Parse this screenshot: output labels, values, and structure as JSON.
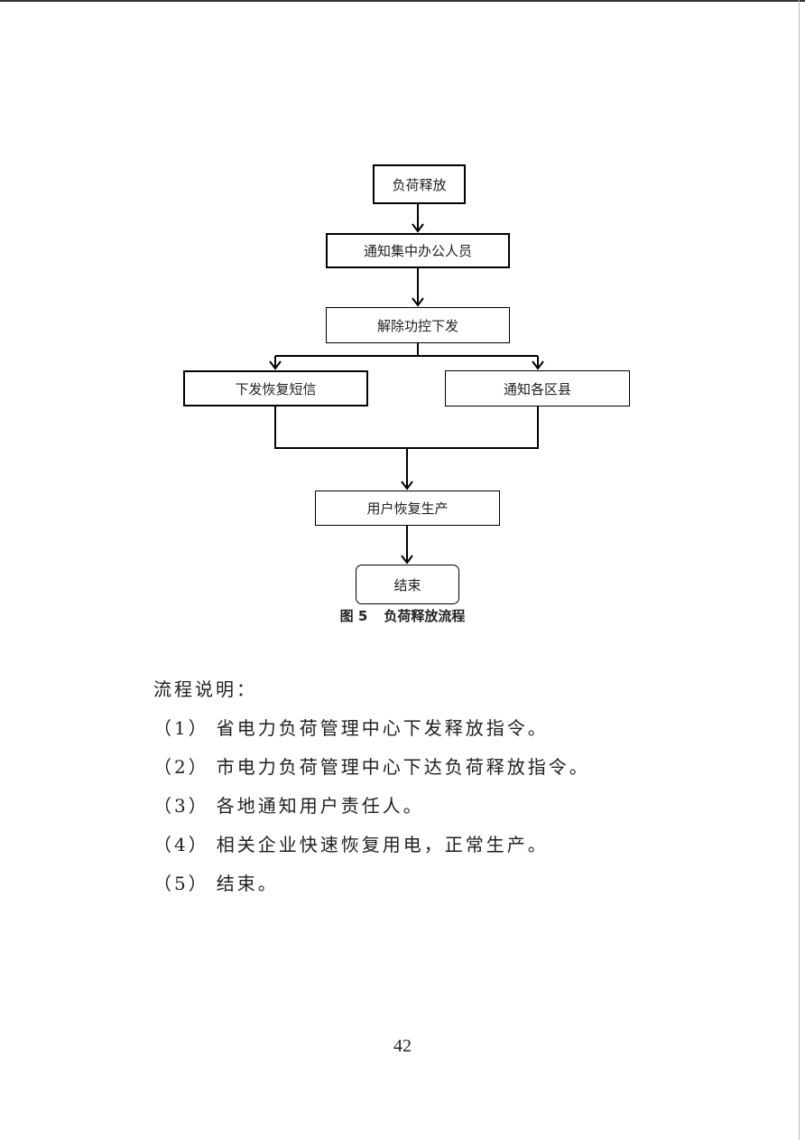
{
  "flowchart": {
    "nodes": {
      "release": "负荷释放",
      "notify_staff": "通知集中办公人员",
      "lift_control": "解除功控下发",
      "send_sms": "下发恢复短信",
      "notify_districts": "通知各区县",
      "resume": "用户恢复生产",
      "end": "结束"
    },
    "caption_number": "图 5",
    "caption_title": "负荷释放流程"
  },
  "description": {
    "title": "流程说明：",
    "steps": [
      {
        "marker": "（1）",
        "text": "省电力负荷管理中心下发释放指令。"
      },
      {
        "marker": "（2）",
        "text": "市电力负荷管理中心下达负荷释放指令。"
      },
      {
        "marker": "（3）",
        "text": "各地通知用户责任人。"
      },
      {
        "marker": "（4）",
        "text": "相关企业快速恢复用电，正常生产。"
      },
      {
        "marker": "（5）",
        "text": "结束。"
      }
    ]
  },
  "page_number": "42"
}
